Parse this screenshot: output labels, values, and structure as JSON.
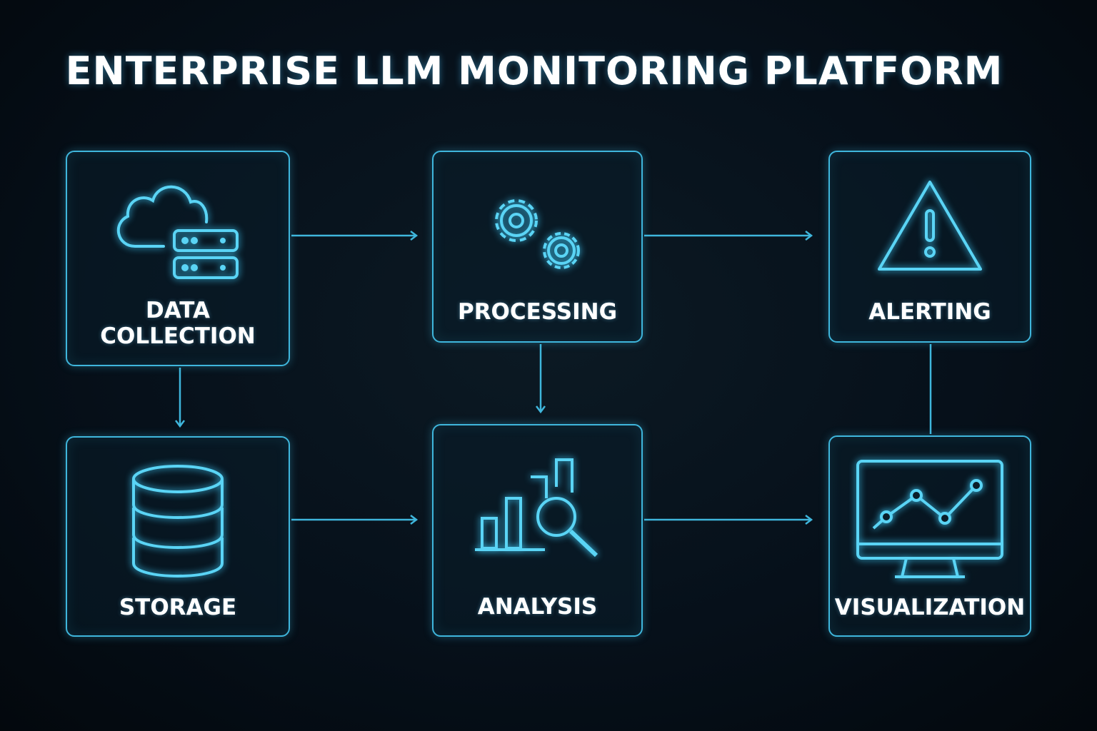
{
  "title": "ENTERPRISE LLM MONITORING PLATFORM",
  "accent_color": "#5ad4f5",
  "nodes": {
    "data_collection": {
      "line1": "DATA",
      "line2": "COLLECTION",
      "icon": "cloud-server-icon"
    },
    "processing": {
      "label": "PROCESSING",
      "icon": "gears-icon"
    },
    "alerting": {
      "label": "ALERTING",
      "icon": "warning-triangle-icon"
    },
    "storage": {
      "label": "STORAGE",
      "icon": "database-icon"
    },
    "analysis": {
      "label": "ANALYSIS",
      "icon": "bar-chart-magnifier-icon"
    },
    "visualization": {
      "label": "VISUALIZATION",
      "icon": "monitor-line-chart-icon"
    }
  },
  "edges": [
    [
      "Data Collection",
      "Processing"
    ],
    [
      "Processing",
      "Alerting"
    ],
    [
      "Data Collection",
      "Storage"
    ],
    [
      "Processing",
      "Analysis"
    ],
    [
      "Alerting",
      "Visualization"
    ],
    [
      "Storage",
      "Analysis"
    ],
    [
      "Analysis",
      "Visualization"
    ]
  ]
}
